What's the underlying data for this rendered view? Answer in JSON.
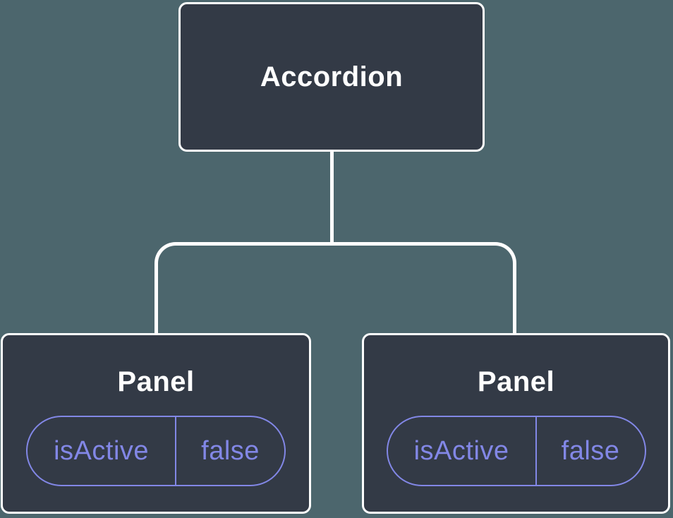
{
  "diagram": {
    "type": "component-tree",
    "colors": {
      "background": "#4C666D",
      "node_fill": "#333A46",
      "node_border": "#FFFFFF",
      "node_label": "#FFFFFF",
      "connector": "#FFFFFF",
      "state_accent": "#8287E6"
    },
    "root": {
      "label": "Accordion"
    },
    "children": [
      {
        "label": "Panel",
        "state": {
          "name": "isActive",
          "value": "false"
        }
      },
      {
        "label": "Panel",
        "state": {
          "name": "isActive",
          "value": "false"
        }
      }
    ]
  }
}
